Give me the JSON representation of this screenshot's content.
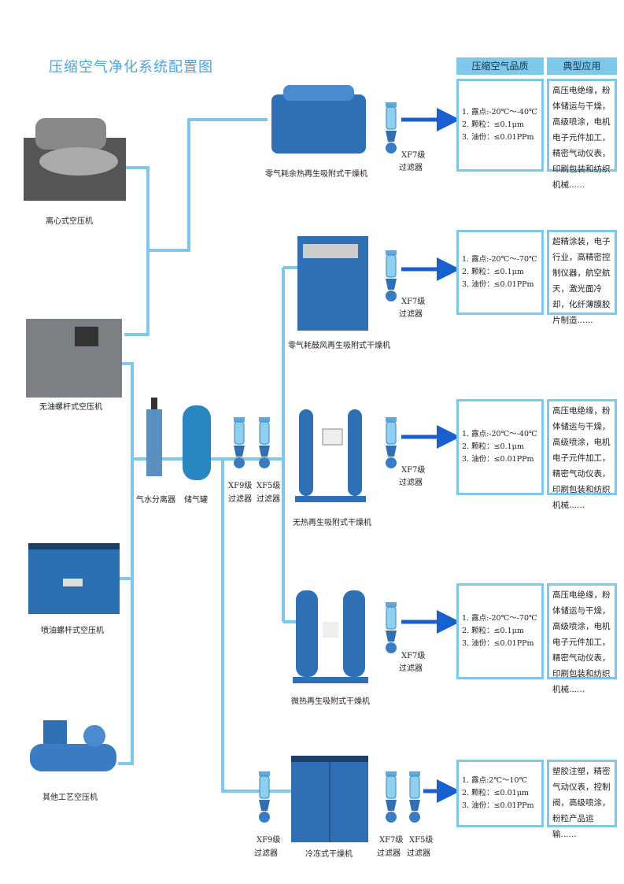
{
  "title": "压缩空气净化系统配置图",
  "headers": {
    "quality": "压缩空气品质",
    "application": "典型应用"
  },
  "compressors": [
    {
      "label": "离心式空压机"
    },
    {
      "label": "无油螺杆式空压机"
    },
    {
      "label": "喷油螺杆式空压机"
    },
    {
      "label": "其他工艺空压机"
    }
  ],
  "main_line": {
    "separator": "气水分离器",
    "tank": "储气罐",
    "filter1": "XF9级",
    "filter1_sub": "过滤器",
    "filter2": "XF5级",
    "filter2_sub": "过滤器"
  },
  "rows": [
    {
      "dryer": "零气耗余热再生吸附式干燥机",
      "filter": "XF7级",
      "filter_sub": "过滤器",
      "quality": [
        "1. 露点:-20℃～-40℃",
        "2. 颗粒：≤0.1μm",
        "3. 油份：≤0.01PPm"
      ],
      "application": "高压电绝缘，粉体储运与干燥，高级喷涂，电机电子元件加工，精密气动仪表，印刷包装和纺织机械......"
    },
    {
      "dryer": "零气耗鼓风再生吸附式干燥机",
      "filter": "XF7级",
      "filter_sub": "过滤器",
      "quality": [
        "1. 露点:-20℃～-70℃",
        "2. 颗粒：≤0.1μm",
        "3. 油份：≤0.01PPm"
      ],
      "application": "超精涂装，电子行业，高精密控制仪器，航空航天，激光面冷却，化纤薄膜胶片制造......"
    },
    {
      "dryer": "无热再生吸附式干燥机",
      "filter": "XF7级",
      "filter_sub": "过滤器",
      "quality": [
        "1. 露点:-20℃～-40℃",
        "2. 颗粒：≤0.1μm",
        "3. 油份：≤0.01PPm"
      ],
      "application": "高压电绝缘，粉体储运与干燥，高级喷涂，电机电子元件加工，精密气动仪表，印刷包装和纺织机械......"
    },
    {
      "dryer": "微热再生吸附式干燥机",
      "filter": "XF7级",
      "filter_sub": "过滤器",
      "quality": [
        "1. 露点:-20℃～-70℃",
        "2. 颗粒：≤0.1μm",
        "3. 油份：≤0.01PPm"
      ],
      "application": "高压电绝缘，粉体储运与干燥，高级喷涂，电机电子元件加工，精密气动仪表，印刷包装和纺织机械......"
    },
    {
      "dryer": "冷冻式干燥机",
      "pre_filter": "XF9级",
      "pre_filter_sub": "过滤器",
      "filter": "XF7级",
      "filter_sub": "过滤器",
      "filter2": "XF5级",
      "filter2_sub": "过滤器",
      "quality": [
        "1. 露点:2℃～10℃",
        "2. 颗粒：≤0.01μm",
        "3. 油份：≤0.01PPm"
      ],
      "application": "塑胶注塑，精密气动仪表，控制阀，高级喷涂，粉粒产品运输......"
    }
  ],
  "colors": {
    "pipe": "#7ec8ec",
    "title": "#4aa4dc",
    "arrow": "#1a5fd0",
    "equipment": "#2f6fb5"
  }
}
